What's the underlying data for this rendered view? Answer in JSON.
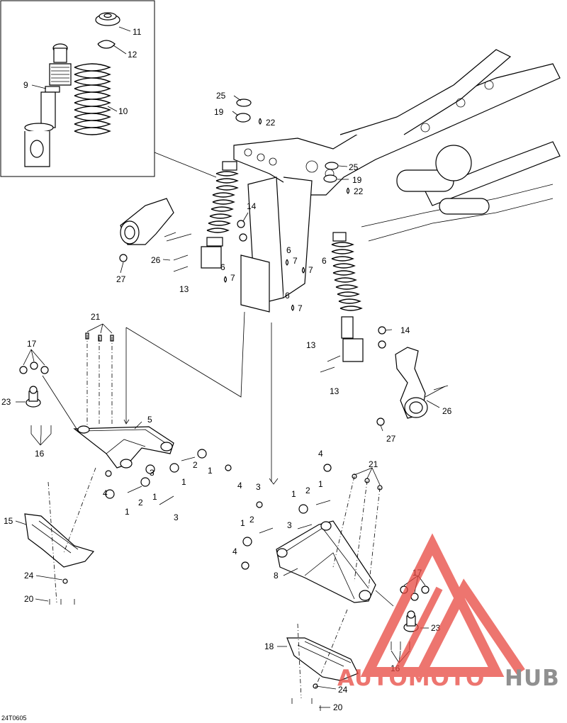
{
  "diagram": {
    "drawing_code": "24T0605",
    "callouts": {
      "inset_11": "11",
      "inset_12": "12",
      "inset_10": "10",
      "inset_9": "9",
      "c25a": "25",
      "c19a": "19",
      "c22a": "22",
      "c25b": "25",
      "c19b": "19",
      "c22b": "22",
      "c14a": "14",
      "c26a": "26",
      "c27a": "27",
      "c13a": "13",
      "c6a": "6",
      "c7a": "7",
      "c6b": "6",
      "c7b": "7",
      "c6c": "6",
      "c7c": "7",
      "c6d": "6",
      "c7d": "7",
      "c14b": "14",
      "c13b": "13",
      "c13c": "13",
      "c26b": "26",
      "c27b": "27",
      "c21a": "21",
      "c17a": "17",
      "c23a": "23",
      "c16a": "16",
      "c5": "5",
      "c15": "15",
      "c24a": "24",
      "c20a": "20",
      "l1a": "1",
      "l1b": "1",
      "l1c": "1",
      "l1d": "1",
      "l2a": "2",
      "l2b": "2",
      "l3a": "3",
      "l3b": "3",
      "l4a": "4",
      "l4b": "4",
      "c21b": "21",
      "c8": "8",
      "r3a": "3",
      "r3b": "3",
      "r2a": "2",
      "r2b": "2",
      "r1a": "1",
      "r1b": "1",
      "r1c": "1",
      "r4a": "4",
      "r4b": "4",
      "c17b": "17",
      "c23b": "23",
      "c16b": "16",
      "c18": "18",
      "c24b": "24",
      "c20b": "20"
    }
  },
  "watermark": {
    "brand_part1": "AUTOMOTO",
    "brand_part2": "HUB",
    "color_primary": "#e8473f",
    "color_secondary": "#f3c35a",
    "color_tertiary": "#6b6b6b"
  }
}
